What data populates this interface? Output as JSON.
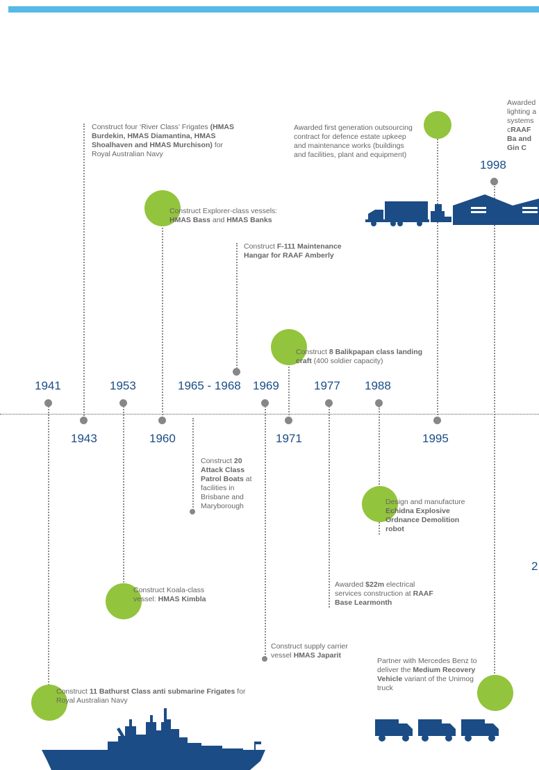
{
  "colors": {
    "accent_bar": "#56b9e6",
    "year": "#1b4c85",
    "circle": "#93c43d",
    "silhouette": "#1b4c85"
  },
  "years": {
    "y1941": "1941",
    "y1943": "1943",
    "y1953": "1953",
    "y1960": "1960",
    "y1965": "1965 - 1968",
    "y1969": "1969",
    "y1971": "1971",
    "y1977": "1977",
    "y1988": "1988",
    "y1995": "1995",
    "y1998": "1998",
    "y_partial": "2"
  },
  "events": {
    "e1941": {
      "pre": "Construct ",
      "bold": "11 Bathurst Class anti submarine Frigates",
      "post": " for Royal Australian Navy"
    },
    "e1943": {
      "pre": "Construct four ‘River Class’ Frigates ",
      "bold": "(HMAS Burdekin, HMAS Diamantina, HMAS Shoalhaven and HMAS Murchison)",
      "post": " for Royal Australian Navy"
    },
    "e1953": {
      "pre": "Construct Koala-class vessel: ",
      "bold": "HMAS Kimbla",
      "post": ""
    },
    "e1960": {
      "pre": "Construct Explorer-class vessels: ",
      "bold": "HMAS Bass",
      "mid": " and ",
      "bold2": "HMAS Banks"
    },
    "e1965a": {
      "pre": "Construct ",
      "bold": "F-111 Maintenance Hangar for RAAF Amberly",
      "post": ""
    },
    "e1965b": {
      "pre": "Construct ",
      "bold": "20 Attack Class Patrol Boats",
      "post": " at facilities in Brisbane and Maryborough"
    },
    "e1969": {
      "pre": "Construct supply carrier vessel ",
      "bold": "HMAS Japarit",
      "post": ""
    },
    "e1971": {
      "pre": "Construct ",
      "bold": "8 Balikpapan class landing craft",
      "post": " (400 soldier capacity)"
    },
    "e1977": {
      "pre": "Awarded ",
      "bold": "$22m",
      "mid": " electrical services construction at ",
      "bold2": "RAAF Base Learmonth"
    },
    "e1988": {
      "pre": "Design and manufacture ",
      "bold": "Echidna Explosive Ordnance Demolition robot",
      "post": ""
    },
    "e1995": {
      "text": "Awarded  first generation outsourcing contract for defence estate upkeep and maintenance works (buildings and facilities, plant and equipment)"
    },
    "e1998": {
      "pre": "Awarded lighting a systems c",
      "bold": "RAAF Ba and Gin C",
      "post": ""
    },
    "eMercedes": {
      "pre": "Partner with Mercedes Benz to deliver the ",
      "bold": "Medium Recovery Vehicle",
      "post": " variant of the Unimog truck"
    }
  },
  "icons": [
    "warship-silhouette",
    "truck-warehouse-silhouette",
    "unimog-trucks-silhouette"
  ]
}
